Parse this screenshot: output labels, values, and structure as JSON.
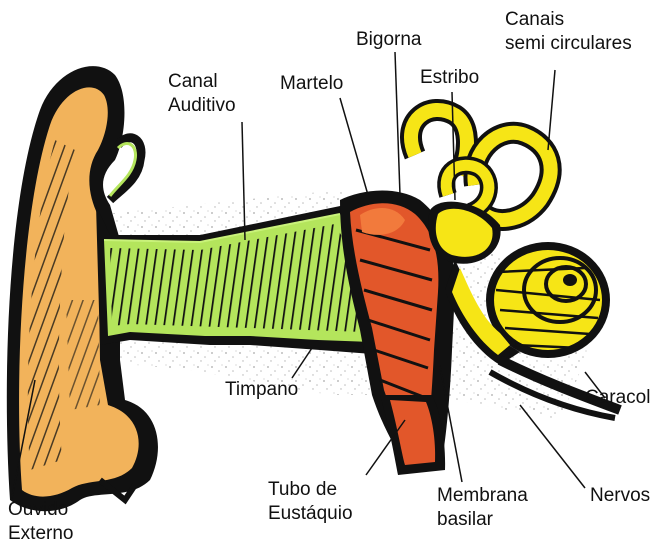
{
  "labels": {
    "canais": [
      "Canais",
      "semi circulares"
    ],
    "bigorna": "Bigorna",
    "estribo": "Estribo",
    "martelo": "Martelo",
    "canal": [
      "Canal",
      "Auditivo"
    ],
    "timpano": "Timpano",
    "caracol": "Caracol",
    "tubo": [
      "Tubo de",
      "Eustáquio"
    ],
    "membrana": [
      "Membrana",
      "basilar"
    ],
    "nervos": "Nervos",
    "ouvido": [
      "Ouvido",
      "Externo"
    ]
  },
  "colors": {
    "outer_ear": "#f2b35b",
    "canal": "#b4e55c",
    "ossicles": "#e2572a",
    "inner_ear": "#f6e516",
    "outline": "#111111"
  }
}
